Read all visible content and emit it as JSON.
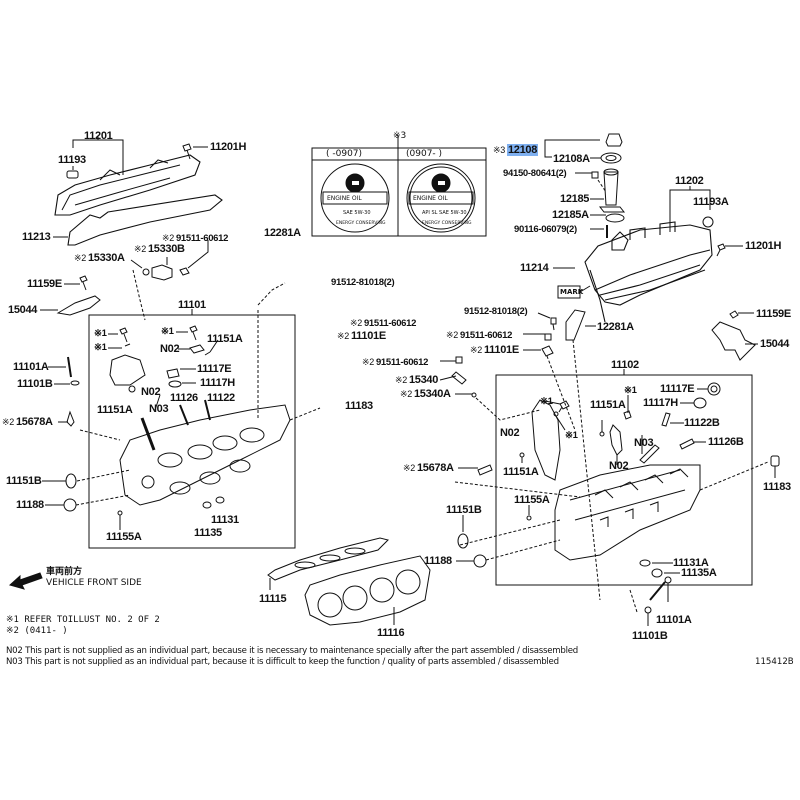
{
  "diagram": {
    "figure_id": "115412B",
    "groups": {
      "left_cover": {
        "assembly": "11201",
        "parts": [
          "11193",
          "11201H",
          "11213"
        ]
      },
      "right_cover": {
        "assembly": "11202",
        "parts": [
          "11193A",
          "11201H",
          "11214"
        ]
      },
      "left_head": {
        "assembly": "11101"
      },
      "right_head": {
        "assembly": "11102"
      }
    },
    "oil_cap_table": {
      "ref_mark": "※3",
      "columns": [
        "(      -0907)",
        "(0907-      )"
      ],
      "cap_text": [
        "ENGINE OIL",
        "ENGINE OIL"
      ],
      "cap_subtext": [
        "SAE 5W-30",
        "API SL SAE 5W-30"
      ],
      "cap_ring": [
        "ENERGY CONSERVING",
        "ENERGY CONSERVING"
      ]
    },
    "mark_label": "MARK",
    "labels": {
      "l_11201": "11201",
      "l_11193": "11193",
      "l_11201H_l": "11201H",
      "l_11213": "11213",
      "l_15330A": "15330A",
      "l_15330B": "15330B",
      "l_91511_60612_a": "91511-60612",
      "l_11159E_l": "11159E",
      "l_15044_l": "15044",
      "l_11101": "11101",
      "l_m1_a": "※1",
      "l_m1_b": "※1",
      "l_m1_c": "※1",
      "l_11151A_a": "11151A",
      "l_N02_a": "N02",
      "l_11117E_l": "11117E",
      "l_11117H_l": "11117H",
      "l_11101A_l": "11101A",
      "l_11101B_l": "11101B",
      "l_N02_b": "N02",
      "l_N03_a": "N03",
      "l_11126": "11126",
      "l_11122": "11122",
      "l_11151A_b": "11151A",
      "l_15678A_l": "15678A",
      "l_11151B_l": "11151B",
      "l_11188_l": "11188",
      "l_11155A_l": "11155A",
      "l_11131": "11131",
      "l_11135": "11135",
      "l_12281A_l": "12281A",
      "l_91512_81018_l": "91512-81018(2)",
      "l_91511_60612_b": "91511-60612",
      "l_11101E_l": "11101E",
      "l_11183_l": "11183",
      "l_91511_60612_c": "91511-60612",
      "l_15340": "15340",
      "l_15340A": "15340A",
      "l_12108": "12108",
      "l_12108A": "12108A",
      "l_94150": "94150-80641(2)",
      "l_12185": "12185",
      "l_12185A": "12185A",
      "l_90116": "90116-06079(2)",
      "l_11202": "11202",
      "l_11193A": "11193A",
      "l_11201H_r": "11201H",
      "l_11214": "11214",
      "l_91512_81018_r": "91512-81018(2)",
      "l_12281A_r": "12281A",
      "l_91511_60612_d": "91511-60612",
      "l_11101E_r": "11101E",
      "l_11159E_r": "11159E",
      "l_15044_r": "15044",
      "l_11102": "11102",
      "l_m1_d": "※1",
      "l_m1_e": "※1",
      "l_m1_f": "※1",
      "l_11151A_c": "11151A",
      "l_11117E_r": "11117E",
      "l_11117H_r": "11117H",
      "l_11122B": "11122B",
      "l_N02_c": "N02",
      "l_N03_b": "N03",
      "l_11126B": "11126B",
      "l_N02_d": "N02",
      "l_15678A_r": "15678A",
      "l_11151A_d": "11151A",
      "l_11155A_r": "11155A",
      "l_11151B_r": "11151B",
      "l_11188_r": "11188",
      "l_11183_r": "11183",
      "l_11131A": "11131A",
      "l_11135A": "11135A",
      "l_11101A_r": "11101A",
      "l_11101B_r": "11101B",
      "l_11115": "11115",
      "l_11116": "11116"
    },
    "marks": {
      "m2": "※2",
      "m3": "※3"
    },
    "highlight_color": "#7fb0f0",
    "front_side": {
      "jp": "車両前方",
      "en": "VEHICLE FRONT SIDE"
    },
    "footnotes": {
      "n1": "※1 REFER TOILLUST NO. 2 OF 2",
      "n2": "※2 (0411-     )",
      "N02": "N02  This part is not supplied as an individual part, because it is necessary to maintenance specially after the part assembled / disassembled",
      "N03": "N03  This part is not supplied as an individual part, because it is difficult to keep the function / quality of parts  assembled / disassembled"
    }
  }
}
